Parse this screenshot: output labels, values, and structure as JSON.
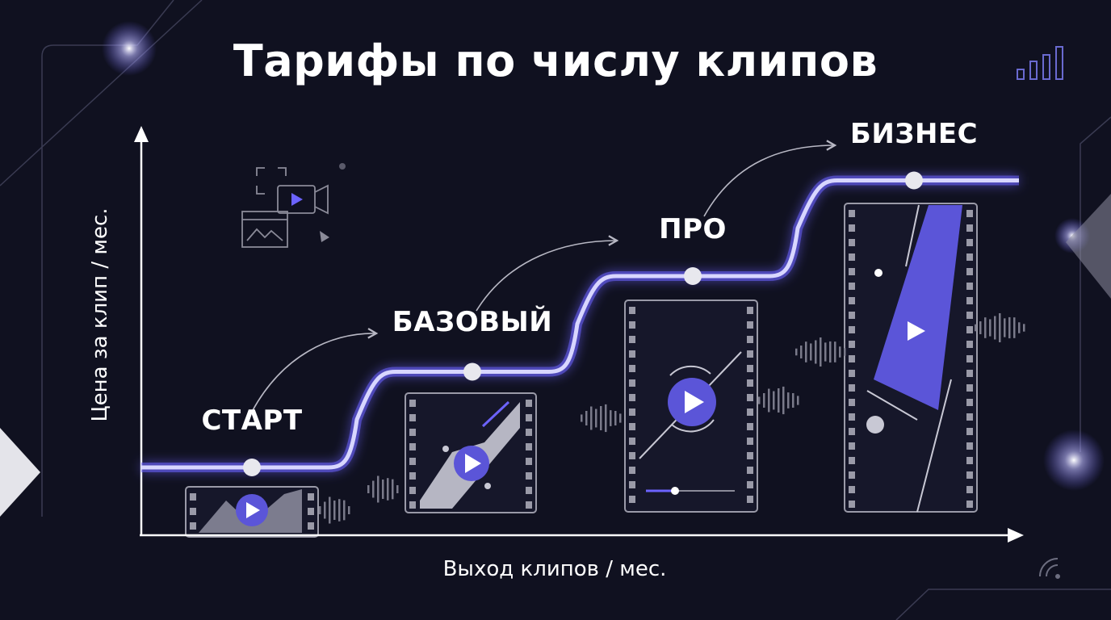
{
  "title": "Тарифы по числу клипов",
  "chart_data": {
    "type": "line",
    "title": "Тарифы по числу клипов",
    "xlabel": "Выход клипов / мес.",
    "ylabel": "Цена за клип / мес.",
    "shape": "step",
    "grid": false,
    "legend": "none",
    "categories": [
      "СТАРТ",
      "БАЗОВЫЙ",
      "ПРО",
      "БИЗНЕС"
    ],
    "values": [
      1,
      2,
      3,
      4
    ],
    "ylim": [
      0,
      4.6
    ]
  },
  "colors": {
    "background": "#101120",
    "line": "#c8c6ff",
    "line_glow": "#6c63ff",
    "accent": "#5b55d8",
    "frame": "#9a9aa8"
  },
  "icons": [
    "camera-icon",
    "image-icon",
    "cursor-icon",
    "bar-chart-icon",
    "signal-icon",
    "play-icon",
    "film-strip-icon",
    "sound-wave-icon"
  ]
}
